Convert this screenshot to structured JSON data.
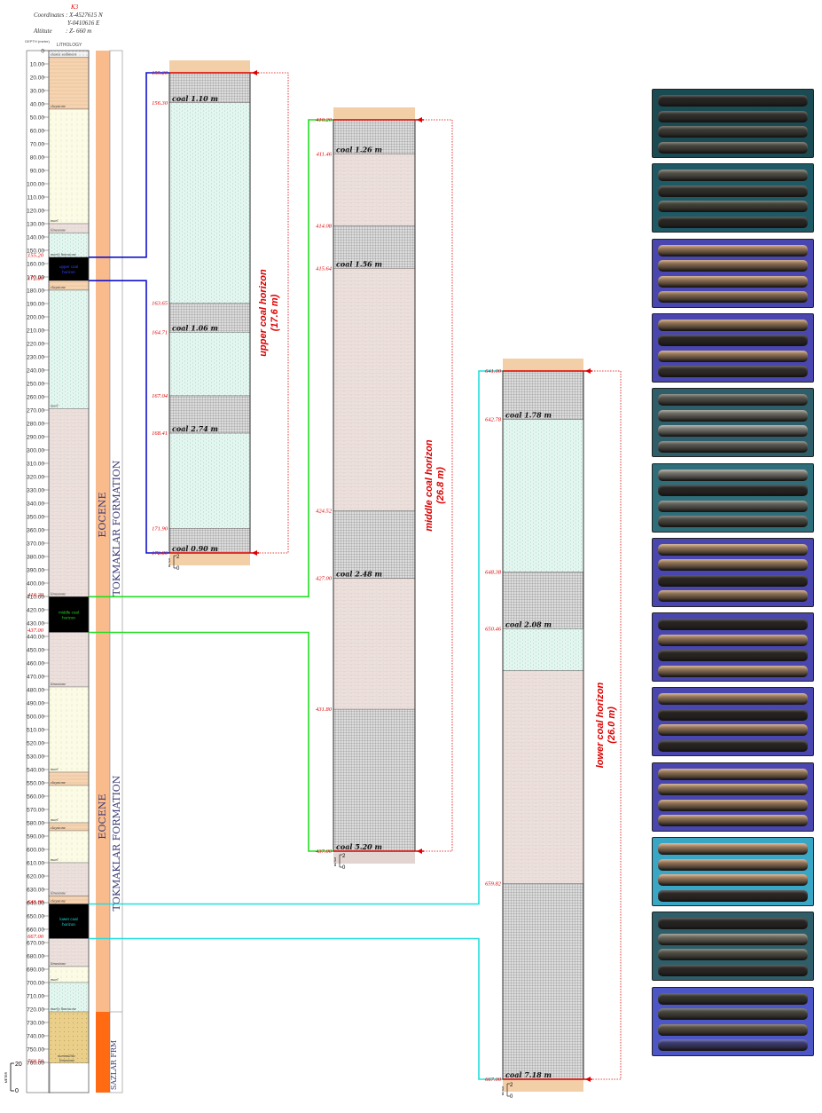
{
  "header": {
    "well": "K3",
    "coord_n": "Coordinates : X-4527615 N",
    "coord_e": "Y-0410616 E",
    "altitude_label": "Altitute",
    "altitude_value": ": Z- 660 m"
  },
  "column_headers": {
    "depth": "DEPTH (metre)",
    "lithology": "LITHOLOGY"
  },
  "depth_ticks": [
    "0",
    "10.00",
    "20.00",
    "30.00",
    "40.00",
    "50.00",
    "60.00",
    "70.00",
    "80.00",
    "90.00",
    "100.00",
    "110.00",
    "120.00",
    "130.00",
    "140.00",
    "150.00",
    "160.00",
    "170.00",
    "180.00",
    "190.00",
    "200.00",
    "210.00",
    "220.00",
    "230.00",
    "240.00",
    "250.00",
    "260.00",
    "270.00",
    "280.00",
    "290.00",
    "300.00",
    "310.00",
    "320.00",
    "330.00",
    "340.00",
    "350.00",
    "360.00",
    "370.00",
    "380.00",
    "390.00",
    "400.00",
    "410.00",
    "420.00",
    "430.00",
    "440.00",
    "450.00",
    "460.00",
    "470.00",
    "480.00",
    "490.00",
    "500.00",
    "510.00",
    "520.00",
    "530.00",
    "540.00",
    "550.00",
    "560.00",
    "570.00",
    "580.00",
    "590.00",
    "600.00",
    "610.00",
    "620.00",
    "630.00",
    "640.00",
    "650.00",
    "660.00",
    "670.00",
    "680.00",
    "690.00",
    "700.00",
    "710.00",
    "720.00",
    "730.00",
    "740.00",
    "750.00",
    "760.00"
  ],
  "lithology": [
    {
      "from": 0,
      "to": 5,
      "type": "clastic",
      "label": "clastic sediment"
    },
    {
      "from": 5,
      "to": 44,
      "type": "claystone",
      "label": "claystone"
    },
    {
      "from": 44,
      "to": 130,
      "type": "marl",
      "label": "marl"
    },
    {
      "from": 130,
      "to": 137,
      "type": "limestone",
      "label": "limestone"
    },
    {
      "from": 137,
      "to": 155.2,
      "type": "marly_limestone",
      "label": "marly limestone"
    },
    {
      "from": 155.2,
      "to": 172.8,
      "type": "coal",
      "label": "upper coal horizon",
      "label_color": "#3344ff"
    },
    {
      "from": 172.8,
      "to": 180,
      "type": "claystone",
      "label": "claystone"
    },
    {
      "from": 180,
      "to": 269,
      "type": "marly_limestone",
      "label": "marl"
    },
    {
      "from": 269,
      "to": 410.2,
      "type": "limestone",
      "label": "limestone"
    },
    {
      "from": 410.2,
      "to": 437,
      "type": "coal",
      "label": "middle coal horizon",
      "label_color": "#22dd22"
    },
    {
      "from": 437,
      "to": 478,
      "type": "limestone",
      "label": "limestone"
    },
    {
      "from": 478,
      "to": 542,
      "type": "marl",
      "label": "marl"
    },
    {
      "from": 542,
      "to": 552,
      "type": "claystone",
      "label": "claystone"
    },
    {
      "from": 552,
      "to": 580,
      "type": "marl",
      "label": "marl"
    },
    {
      "from": 580,
      "to": 586,
      "type": "claystone",
      "label": "claystone"
    },
    {
      "from": 586,
      "to": 610,
      "type": "marl",
      "label": "marl"
    },
    {
      "from": 610,
      "to": 635,
      "type": "limestone",
      "label": "limestone"
    },
    {
      "from": 635,
      "to": 641,
      "type": "claystone",
      "label": "claystone"
    },
    {
      "from": 641,
      "to": 667,
      "type": "coal",
      "label": "lower coal horizon",
      "label_color": "#22dddd"
    },
    {
      "from": 667,
      "to": 688,
      "type": "limestone",
      "label": "limestone"
    },
    {
      "from": 688,
      "to": 700,
      "type": "marl",
      "label": "marl"
    },
    {
      "from": 700,
      "to": 722,
      "type": "marly_limestone",
      "label": "marly limestone"
    },
    {
      "from": 722,
      "to": 760.5,
      "type": "nummulitic",
      "label": "nummulitic limestone"
    }
  ],
  "boundary_labels": [
    {
      "depth": 155.2,
      "text": "155.20"
    },
    {
      "depth": 172.8,
      "text": "172.80"
    },
    {
      "depth": 410.2,
      "text": "410.20"
    },
    {
      "depth": 437,
      "text": "437.00"
    },
    {
      "depth": 641,
      "text": "641.00"
    },
    {
      "depth": 667,
      "text": "667.00"
    },
    {
      "depth": 760.5,
      "text": "760.50"
    }
  ],
  "formations": {
    "upper": {
      "age": "EOCENE",
      "name": "TOKMAKLAR FORMATION"
    },
    "lower": {
      "age": "EOCENE",
      "name": "TOKMAKLAR FORMATION"
    },
    "sazlar": "SAZLAR FRM"
  },
  "scale_bar": {
    "unit": "METER",
    "top": "20",
    "bottom": "0"
  },
  "detail_scale": {
    "unit": "METER",
    "top": "2",
    "bottom": "0"
  },
  "horizons": [
    {
      "id": "upper",
      "color": "#1111cc",
      "title": "upper coal horizon",
      "thickness": "(17.6 m)",
      "from": 155.2,
      "to": 172.8,
      "layers": [
        {
          "from": 155.2,
          "to": 156.3,
          "type": "coal"
        },
        {
          "from": 156.3,
          "to": 163.65,
          "type": "marly_limestone"
        },
        {
          "from": 163.65,
          "to": 164.71,
          "type": "coal"
        },
        {
          "from": 164.71,
          "to": 167.04,
          "type": "marly_limestone"
        },
        {
          "from": 167.04,
          "to": 168.41,
          "type": "coal"
        },
        {
          "from": 168.41,
          "to": 171.9,
          "type": "marly_limestone"
        },
        {
          "from": 171.9,
          "to": 172.8,
          "type": "coal"
        }
      ],
      "depth_labels": [
        "155.20",
        "156.30",
        "163.65",
        "164.71",
        "167.04",
        "168.41",
        "171.90",
        "172.80"
      ],
      "coal_labels": [
        {
          "at": 156.3,
          "text": "coal 1.10 m"
        },
        {
          "at": 164.71,
          "text": "coal 1.06 m"
        },
        {
          "at": 168.41,
          "text": "coal 2.74 m"
        },
        {
          "at": 172.8,
          "text": "coal 0.90 m"
        }
      ]
    },
    {
      "id": "middle",
      "color": "#22dd22",
      "title": "middle coal horizon",
      "thickness": "(26.8 m)",
      "from": 410.2,
      "to": 437,
      "layers": [
        {
          "from": 410.2,
          "to": 411.46,
          "type": "coal"
        },
        {
          "from": 411.46,
          "to": 414.08,
          "type": "limestone"
        },
        {
          "from": 414.08,
          "to": 415.64,
          "type": "coal"
        },
        {
          "from": 415.64,
          "to": 424.52,
          "type": "limestone"
        },
        {
          "from": 424.52,
          "to": 427.0,
          "type": "coal"
        },
        {
          "from": 427.0,
          "to": 431.8,
          "type": "limestone"
        },
        {
          "from": 431.8,
          "to": 437.0,
          "type": "coal"
        }
      ],
      "depth_labels": [
        "410.20",
        "411.46",
        "414.08",
        "415.64",
        "424.52",
        "427.00",
        "431.80",
        "437.00"
      ],
      "coal_labels": [
        {
          "at": 411.46,
          "text": "coal 1.26 m"
        },
        {
          "at": 415.64,
          "text": "coal 1.56 m"
        },
        {
          "at": 427.0,
          "text": "coal 2.48 m"
        },
        {
          "at": 437.0,
          "text": "coal 5.20 m"
        }
      ]
    },
    {
      "id": "lower",
      "color": "#22dddd",
      "title": "lower coal horizon",
      "thickness": "(26.0 m)",
      "from": 641,
      "to": 667,
      "layers": [
        {
          "from": 641.0,
          "to": 642.78,
          "type": "coal"
        },
        {
          "from": 642.78,
          "to": 648.38,
          "type": "marly_limestone"
        },
        {
          "from": 648.38,
          "to": 650.46,
          "type": "coal"
        },
        {
          "from": 650.46,
          "to": 652.0,
          "type": "marly_limestone"
        },
        {
          "from": 652.0,
          "to": 659.82,
          "type": "limestone"
        },
        {
          "from": 659.82,
          "to": 667.0,
          "type": "coal"
        }
      ],
      "depth_labels": [
        "641.00",
        "642.78",
        "648.38",
        "650.46",
        "659.82",
        "667.00"
      ],
      "coal_labels": [
        {
          "at": 642.78,
          "text": "coal 1.78 m"
        },
        {
          "at": 650.46,
          "text": "coal 2.08 m"
        },
        {
          "at": 667.0,
          "text": "coal 7.18 m"
        }
      ]
    }
  ],
  "core_photos": [
    {
      "frame": "#1a4a52",
      "rows": [
        "#2a2a28",
        "#3a3a36",
        "#4a4a42",
        "#5a5a50"
      ]
    },
    {
      "frame": "#1d5a66",
      "rows": [
        "#6a6a5e",
        "#3a3a34",
        "#555548",
        "#2c2c28"
      ]
    },
    {
      "frame": "#4a46b0",
      "rows": [
        "#c89a70",
        "#b9916c",
        "#c59a72",
        "#ae8a68"
      ]
    },
    {
      "frame": "#4a46b0",
      "rows": [
        "#bf966e",
        "#2e2a28",
        "#c79c74",
        "#3a3430"
      ]
    },
    {
      "frame": "#2e5e6a",
      "rows": [
        "#6e6e64",
        "#8a8a80",
        "#a0a098",
        "#707066"
      ]
    },
    {
      "frame": "#2e6e7a",
      "rows": [
        "#9a9a90",
        "#2a2a28",
        "#7c7c72",
        "#606058"
      ]
    },
    {
      "frame": "#4a46b0",
      "rows": [
        "#c8a078",
        "#c09870",
        "#302a26",
        "#bb946e"
      ]
    },
    {
      "frame": "#4a46b0",
      "rows": [
        "#2c2826",
        "#c39a72",
        "#2e2a26",
        "#c69e76"
      ]
    },
    {
      "frame": "#4a46b0",
      "rows": [
        "#c59c74",
        "#2a2624",
        "#c49a72",
        "#2c2826"
      ]
    },
    {
      "frame": "#4a46b0",
      "rows": [
        "#c39a72",
        "#c79e76",
        "#bf976f",
        "#c59c74"
      ]
    },
    {
      "frame": "#3aa6c6",
      "rows": [
        "#d4a67c",
        "#c49a72",
        "#d0a278",
        "#322c28"
      ]
    },
    {
      "frame": "#2e5e6a",
      "rows": [
        "#2a2826",
        "#8a8878",
        "#6a6a5c",
        "#302c28"
      ]
    },
    {
      "frame": "#4c56c6",
      "rows": [
        "#40403a",
        "#58584e",
        "#6c6250",
        "#4a4a9a"
      ]
    }
  ]
}
